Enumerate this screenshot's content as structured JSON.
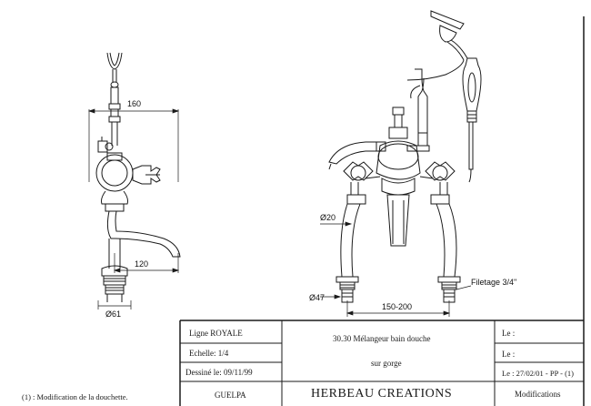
{
  "dimensions": {
    "width_160": "160",
    "spout_120": "120",
    "base_dia_61": "Ø61",
    "dia_20": "Ø20",
    "dia_47": "Ø47",
    "spacing": "150-200",
    "thread": "Filetage 3/4\""
  },
  "title_block": {
    "ligne": "Ligne  ROYALE",
    "echelle": "Echelle:  1/4",
    "dessine": "Dessiné le:  09/11/99",
    "author": "GUELPA",
    "product_code_name": "30.30 Mélangeur bain douche",
    "product_mount": "sur gorge",
    "company": "HERBEAU CREATIONS",
    "le_1": "Le :",
    "le_2": "Le :",
    "le_3": "Le : 27/02/01 - PP - (1)",
    "modifications": "Modifications"
  },
  "footnote": "(1) : Modification de la douchette."
}
